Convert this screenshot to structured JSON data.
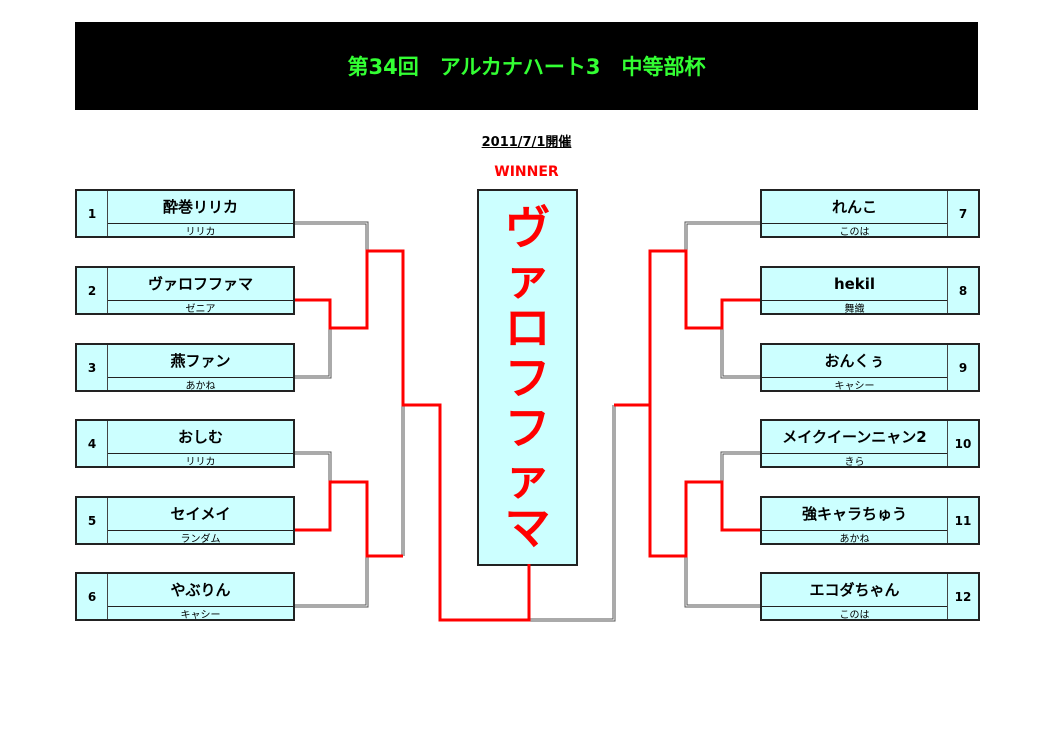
{
  "title": "第34回　アルカナハート3　中等部杯",
  "date": "2011/7/1開催",
  "winner_label": "WINNER",
  "winner": "ヴァロフファマ",
  "colors": {
    "title_bg": "#000000",
    "title_text": "#33ff33",
    "box_fill": "#ccffff",
    "win_line": "#ff0000",
    "lose_line": "#555555"
  },
  "left": [
    {
      "seed": "1",
      "name": "酔巻リリカ",
      "character": "リリカ"
    },
    {
      "seed": "2",
      "name": "ヴァロフファマ",
      "character": "ゼニア"
    },
    {
      "seed": "3",
      "name": "燕ファン",
      "character": "あかね"
    },
    {
      "seed": "4",
      "name": "おしむ",
      "character": "リリカ"
    },
    {
      "seed": "5",
      "name": "セイメイ",
      "character": "ランダム"
    },
    {
      "seed": "6",
      "name": "やぶりん",
      "character": "キャシー"
    }
  ],
  "right": [
    {
      "seed": "7",
      "name": "れんこ",
      "character": "このは"
    },
    {
      "seed": "8",
      "name": "hekil",
      "character": "舞織"
    },
    {
      "seed": "9",
      "name": "おんくぅ",
      "character": "キャシー"
    },
    {
      "seed": "10",
      "name": "メイクイーンニャン2",
      "character": "きら"
    },
    {
      "seed": "11",
      "name": "強キャラちゅう",
      "character": "あかね"
    },
    {
      "seed": "12",
      "name": "エコダちゃん",
      "character": "このは"
    }
  ]
}
